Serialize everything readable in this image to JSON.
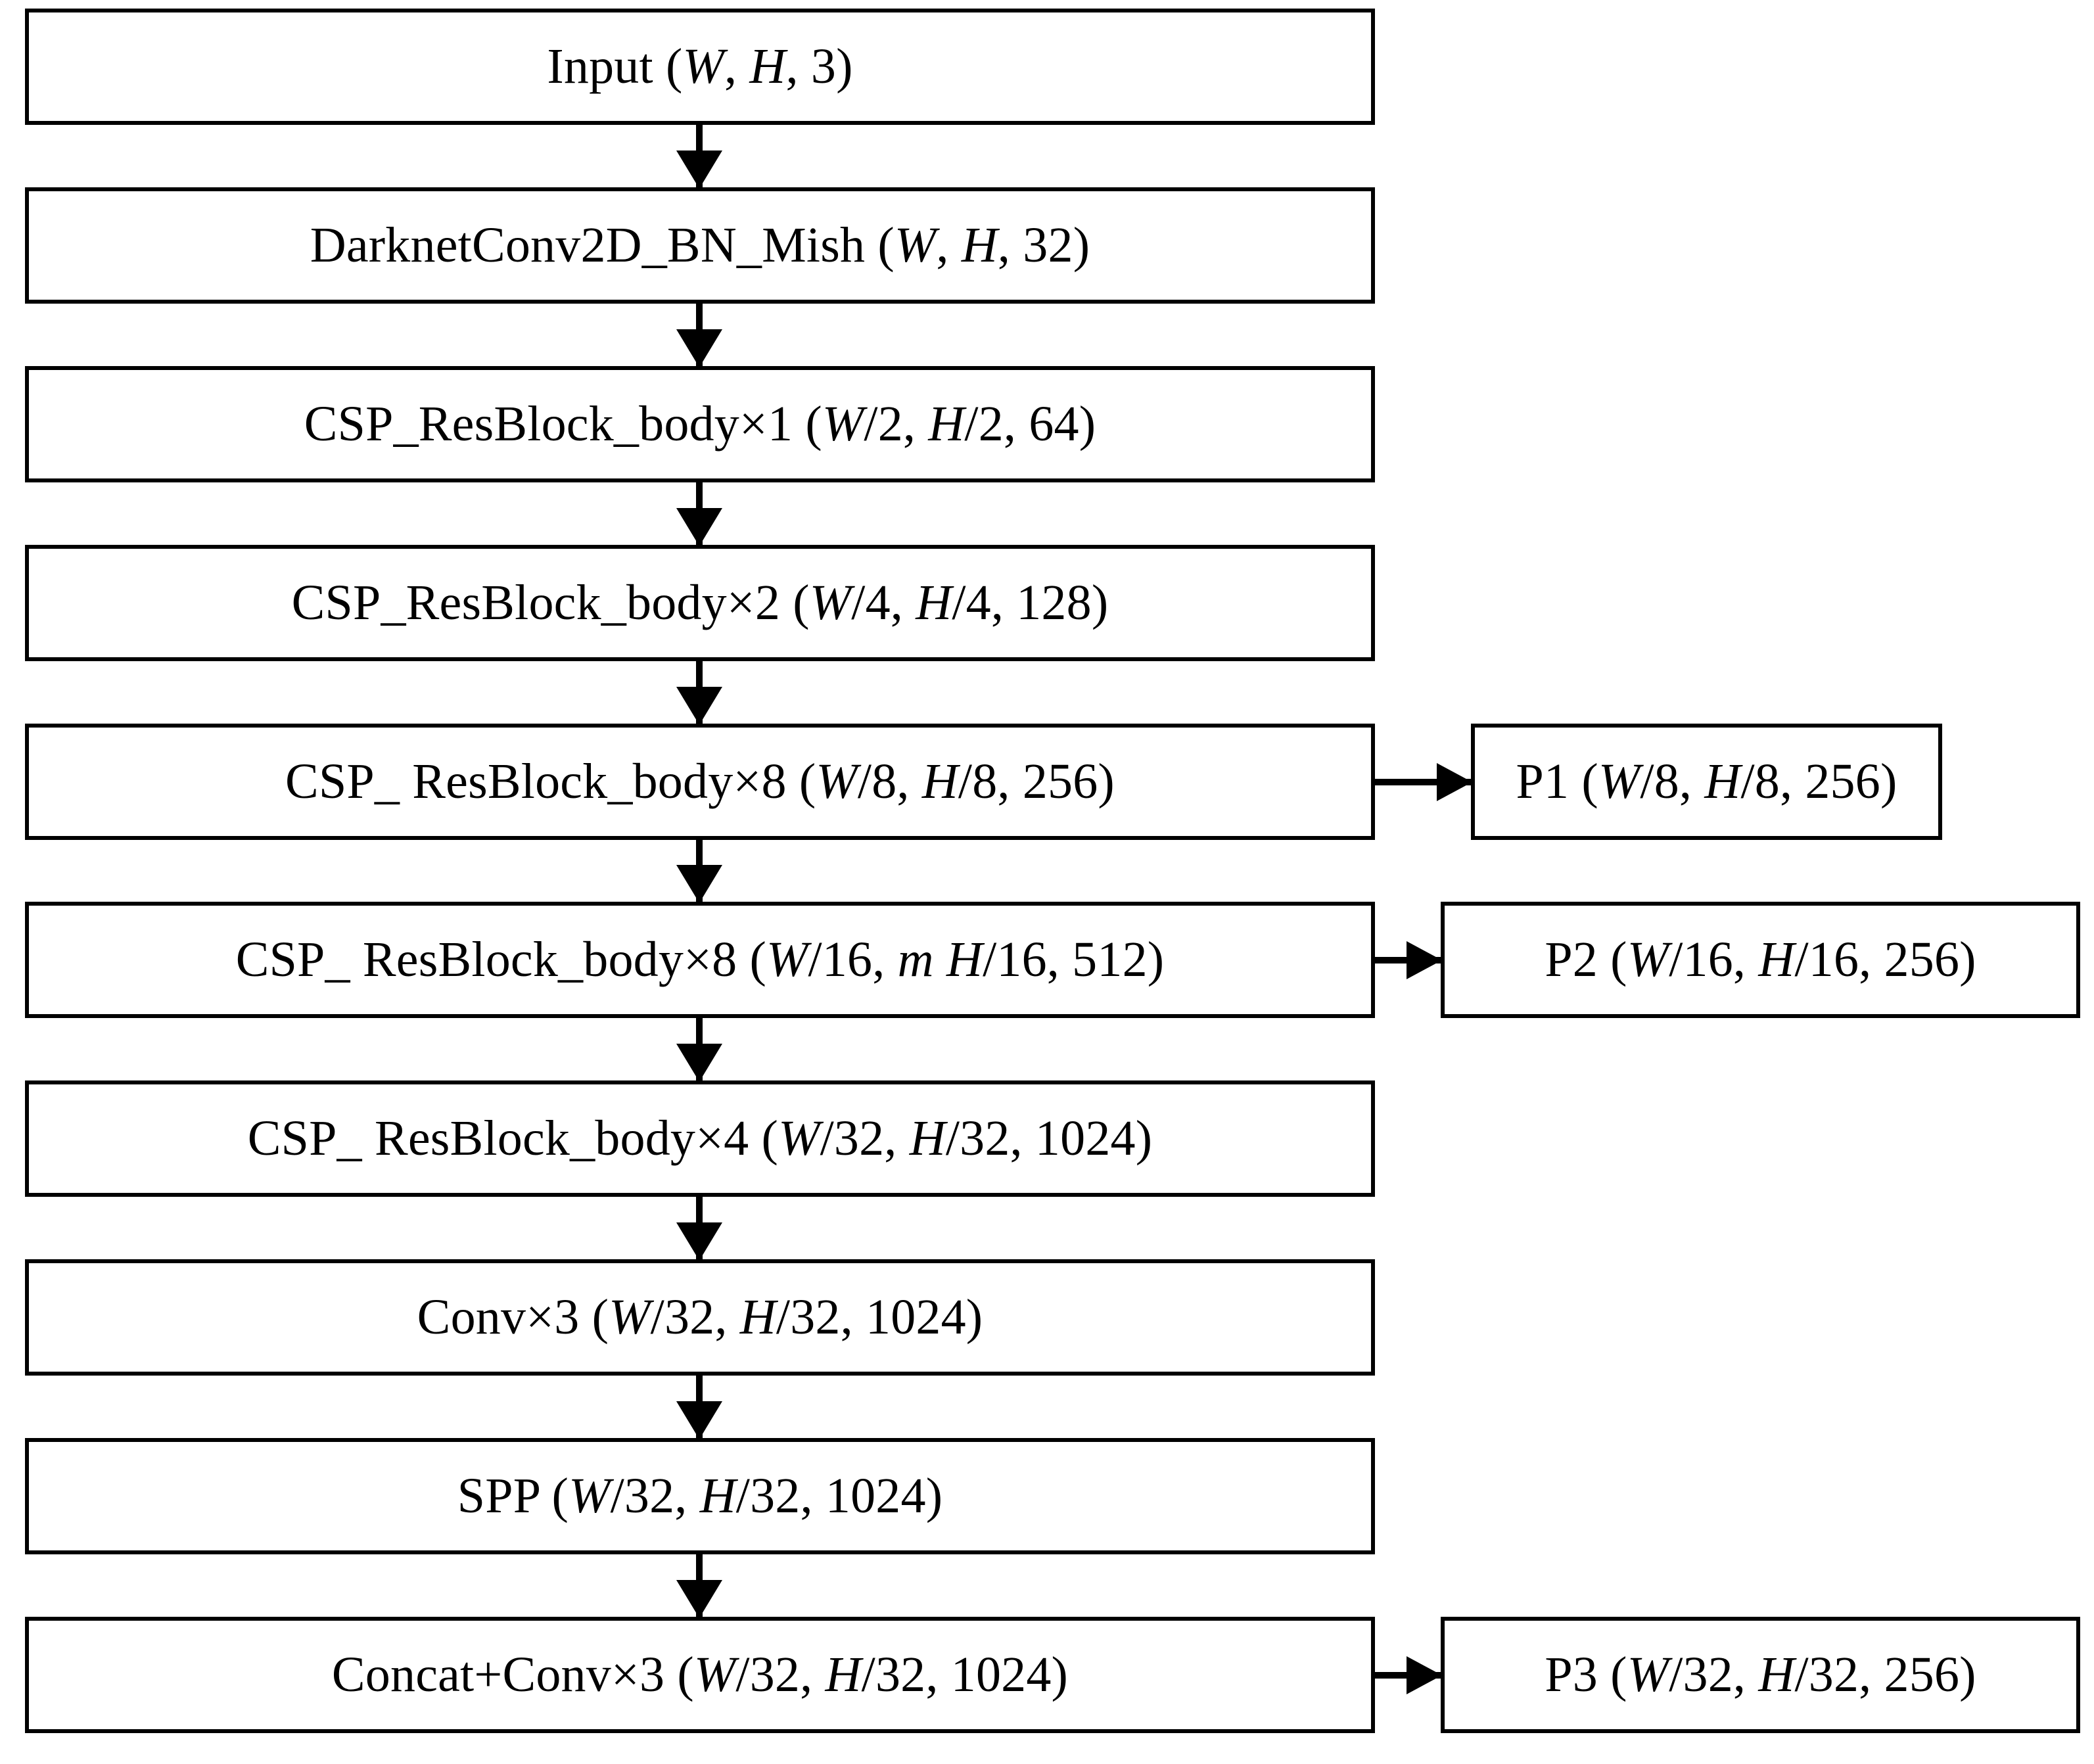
{
  "diagram": {
    "title": "CSPDarknet53 backbone architecture flowchart",
    "type": "flowchart",
    "stroke_color": "#000000",
    "fill_color": "#ffffff",
    "nodes": [
      {
        "id": "input",
        "label": "Input (W, H, 3)"
      },
      {
        "id": "conv_bn_mish",
        "label": "DarknetConv2D_BN_Mish (W, H, 32)"
      },
      {
        "id": "csp1",
        "label": "CSP_ResBlock_body×1 (W/2, H/2, 64)"
      },
      {
        "id": "csp2",
        "label": "CSP_ResBlock_body×2 (W/4, H/4, 128)"
      },
      {
        "id": "csp3",
        "label": "CSP_ ResBlock_body×8 (W/8, H/8, 256)"
      },
      {
        "id": "csp4",
        "label": "CSP_ ResBlock_body×8 (W/16, m H/16, 512)"
      },
      {
        "id": "csp5",
        "label": "CSP_ ResBlock_body×4 (W/32, H/32, 1024)"
      },
      {
        "id": "conv3",
        "label": "Conv×3 (W/32, H/32, 1024)"
      },
      {
        "id": "spp",
        "label": "SPP (W/32, H/32, 1024)"
      },
      {
        "id": "concat_conv",
        "label": "Concat+Conv×3 (W/32, H/32, 1024)"
      }
    ],
    "outputs": [
      {
        "id": "p1",
        "label": "P1 (W/8, H/8, 256)"
      },
      {
        "id": "p2",
        "label": "P2 (W/16, H/16, 256)"
      },
      {
        "id": "p3",
        "label": "P3 (W/32, H/32, 256)"
      }
    ],
    "edges": [
      {
        "from": "input",
        "to": "conv_bn_mish",
        "direction": "down"
      },
      {
        "from": "conv_bn_mish",
        "to": "csp1",
        "direction": "down"
      },
      {
        "from": "csp1",
        "to": "csp2",
        "direction": "down"
      },
      {
        "from": "csp2",
        "to": "csp3",
        "direction": "down"
      },
      {
        "from": "csp3",
        "to": "csp4",
        "direction": "down"
      },
      {
        "from": "csp4",
        "to": "csp5",
        "direction": "down"
      },
      {
        "from": "csp5",
        "to": "conv3",
        "direction": "down"
      },
      {
        "from": "conv3",
        "to": "spp",
        "direction": "down"
      },
      {
        "from": "spp",
        "to": "concat_conv",
        "direction": "down"
      },
      {
        "from": "csp3",
        "to": "p1",
        "direction": "right"
      },
      {
        "from": "csp4",
        "to": "p2",
        "direction": "right"
      },
      {
        "from": "concat_conv",
        "to": "p3",
        "direction": "right"
      }
    ]
  }
}
